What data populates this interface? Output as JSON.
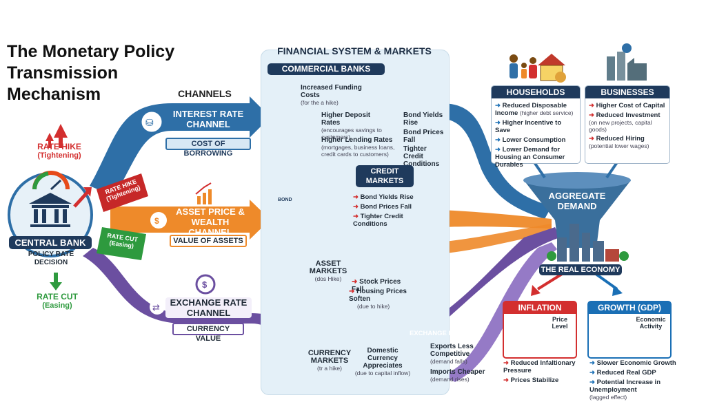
{
  "title": "The Monetary Policy Transmission Mechanism",
  "channels_heading": "CHANNELS",
  "central_bank": {
    "label": "CENTRAL BANK",
    "decision": "POLICY RATE DECISION",
    "rate_hike": "RATE HIKE",
    "rate_hike_sub": "(Tightening)",
    "rate_cut": "RATE CUT",
    "rate_cut_sub": "(Easing)",
    "ribbon_hike": "RATE HIKE",
    "ribbon_hike_sub": "(Tightening)",
    "ribbon_cut": "RATE CUT",
    "ribbon_cut_sub": "(Easing)"
  },
  "channels": [
    {
      "name": "INTEREST RATE CHANNEL",
      "tag": "COST OF BORROWING"
    },
    {
      "name": "ASSET PRICE & WEALTH CHANNEL",
      "tag": "VALUE OF ASSETS"
    },
    {
      "name": "EXCHANGE RATE CHANNEL",
      "tag": "CURRENCY VALUE"
    }
  ],
  "financial": {
    "title": "FINANCIAL SYSTEM & MARKETS",
    "commercial_banks": "COMMERCIAL BANKS",
    "funding_costs": "Increased Funding Costs",
    "funding_costs_sub": "(for the a hike)",
    "deposit_rates": "Higher Deposit Rates",
    "deposit_rates_sub": "(encourages savings to customers)",
    "lending_rates": "Higher Lending Rates",
    "lending_rates_sub": "(mortgages, business loans, credit cards to customers)",
    "bond_yields": "Bond Yields Rise",
    "bond_prices": "Bond Prices Fall",
    "tighter": "Tighter Credit Conditions",
    "credit_markets": "CREDIT MARKETS",
    "cm_items": [
      "Bond Yields Rise",
      "Bond Prices Fall",
      "Tighter Credit Conditions"
    ],
    "bond_label": "BOND",
    "asset_markets": "ASSET MARKETS",
    "asset_sub": "(dos Hike)",
    "stock_fall": "Stock Prices Fall",
    "housing": "Housing Prices Soften",
    "housing_sub": "(due to hike)",
    "currency_markets": "CURRENCY MARKETS",
    "currency_sub": "(tr a hike)",
    "domestic": "Domestic Currency Appreciates",
    "domestic_sub": "(due to capital inflow)",
    "exchange_rate": "EXCHANGE RATE",
    "exports": "Exports Less Competitive",
    "exports_sub": "(demand falls)",
    "imports": "Imports Cheaper",
    "imports_sub": "(demand rises)"
  },
  "households": {
    "title": "HOUSEHOLDS",
    "items": [
      {
        "text": "Reduced Disposable Income",
        "sub": "(higher debt service)"
      },
      {
        "text": "Higher Incentive to Save",
        "sub": ""
      },
      {
        "text": "Lower Consumption",
        "sub": ""
      },
      {
        "text": "Lower Demand for Housing an Consumer Durables",
        "sub": ""
      }
    ]
  },
  "businesses": {
    "title": "BUSINESSES",
    "items": [
      {
        "text": "Higher Cost of Capital",
        "sub": ""
      },
      {
        "text": "Reduced Investment",
        "sub": "(on new projects, capital goods)"
      },
      {
        "text": "Reduced Hiring",
        "sub": "(potential lower wages)"
      }
    ]
  },
  "aggregate_demand": "AGGREGATE DEMAND",
  "real_economy": "THE REAL ECONOMY",
  "inflation": {
    "title": "INFLATION",
    "price_level": "Price Level",
    "items": [
      "Reduced Infaltionary Pressure",
      "Prices Stabilize"
    ]
  },
  "growth": {
    "title": "GROWTH (GDP)",
    "activity": "Economic Activity",
    "items": [
      "Slower Economic Growth",
      "Reduced Real GDP",
      "Potential Increase in Unemployment"
    ],
    "lagged": "(lagged effect)"
  },
  "colors": {
    "blue": "#2e6fa7",
    "orange": "#ee8a2a",
    "purple": "#6b4fa0",
    "navy": "#1f3a5c",
    "red": "#d32f2f",
    "green": "#2e9a3e",
    "panel": "#e4f0f8"
  }
}
